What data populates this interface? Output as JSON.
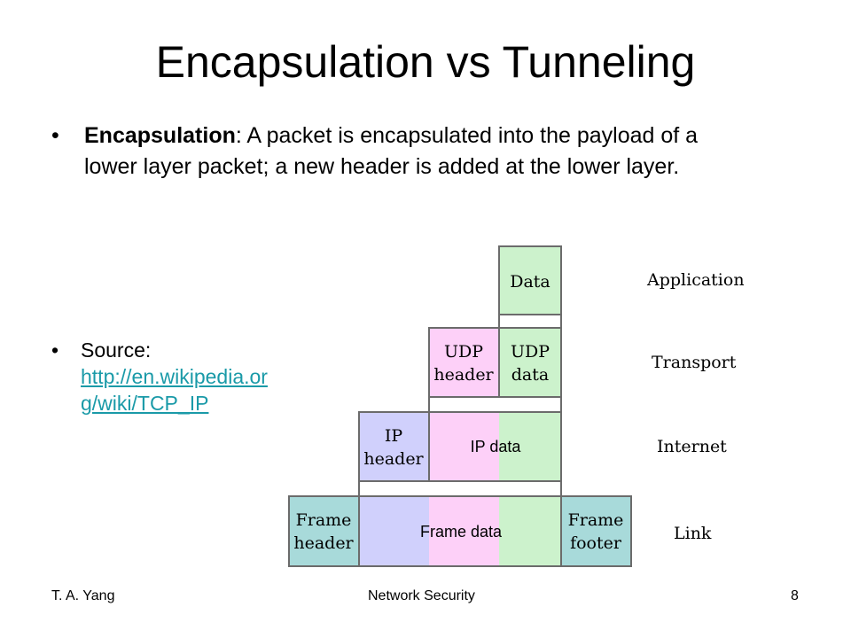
{
  "slide": {
    "title": "Encapsulation vs Tunneling",
    "bullet": {
      "term": "Encapsulation",
      "text": ": A packet is encapsulated into the payload of a lower layer packet; a new header is added at the lower layer."
    },
    "source": {
      "label": "Source:",
      "url": "http://en.wikipedia.org/wiki/TCP_IP",
      "url_line1": "http://en.wikipedia.or",
      "url_line2": "g/wiki/TCP_IP"
    }
  },
  "diagram": {
    "layers": [
      "Application",
      "Transport",
      "Internet",
      "Link"
    ],
    "application": {
      "data": "Data"
    },
    "transport": {
      "header": [
        "UDP",
        "header"
      ],
      "data": [
        "UDP",
        "data"
      ]
    },
    "internet": {
      "header": [
        "IP",
        "header"
      ],
      "data": "IP data"
    },
    "link": {
      "header": [
        "Frame",
        "header"
      ],
      "data": "Frame data",
      "footer": [
        "Frame",
        "footer"
      ]
    },
    "colors": {
      "application": "#ccf2cc",
      "transport": "#fdd0f8",
      "internet": "#d0d0fc",
      "link": "#a8dada"
    }
  },
  "footer": {
    "author": "T. A. Yang",
    "course": "Network Security",
    "page": "8"
  }
}
